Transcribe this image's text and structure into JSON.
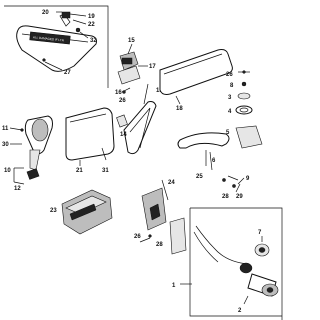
{
  "diagram": {
    "callouts": {
      "c20": "20",
      "c19": "19",
      "c22": "22",
      "c32": "32",
      "c27": "27",
      "c15": "15",
      "c16": "16",
      "c17": "17",
      "c26a": "26",
      "c13": "13",
      "c14": "14",
      "c18": "18",
      "c26b": "26",
      "c8": "8",
      "c3": "3",
      "c4": "4",
      "c11": "11",
      "c30": "30",
      "c10": "10",
      "c12": "12",
      "c21": "21",
      "c31": "31",
      "c5": "5",
      "c6": "6",
      "c25": "25",
      "c9": "9",
      "c28": "28",
      "c29": "29",
      "c24": "24",
      "c23": "23",
      "c7": "7",
      "c1": "1",
      "c2": "2"
    },
    "sunvisor_inset_label": "ALL DAMAGED IF LTR"
  }
}
